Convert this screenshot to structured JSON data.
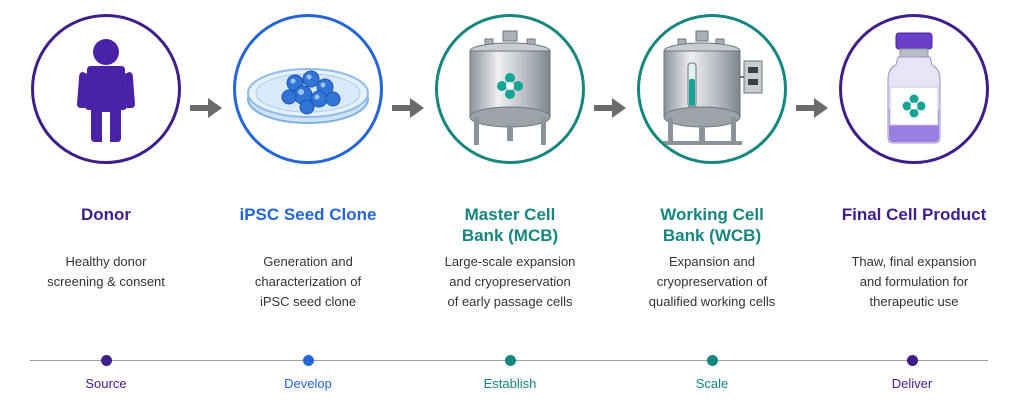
{
  "colors": {
    "purple": "#3f1e8c",
    "blue": "#2466d6",
    "teal": "#16867f",
    "arrow": "#6b6b6b",
    "line": "#9aa0ab"
  },
  "stages": [
    {
      "title_lines": [
        "Donor"
      ],
      "desc_lines": [
        "Healthy donor",
        "screening & consent"
      ],
      "phase": "Source",
      "icon": "person-icon"
    },
    {
      "title_lines": [
        "iPSC Seed Clone"
      ],
      "desc_lines": [
        "Generation and",
        "characterization of",
        "iPSC seed clone"
      ],
      "phase": "Develop",
      "icon": "petri-dish-icon"
    },
    {
      "title_lines": [
        "Master Cell",
        "Bank (MCB)"
      ],
      "desc_lines": [
        "Large-scale expansion",
        "and cryopreservation",
        "of early passage cells"
      ],
      "phase": "Establish",
      "icon": "bioreactor-tank-icon"
    },
    {
      "title_lines": [
        "Working Cell",
        "Bank (WCB)"
      ],
      "desc_lines": [
        "Expansion and",
        "cryopreservation of",
        "qualified working cells"
      ],
      "phase": "Scale",
      "icon": "cryo-tank-icon"
    },
    {
      "title_lines": [
        "Final Cell Product"
      ],
      "desc_lines": [
        "Thaw, final expansion",
        "and formulation for",
        "therapeutic use"
      ],
      "phase": "Deliver",
      "icon": "vial-icon"
    }
  ]
}
